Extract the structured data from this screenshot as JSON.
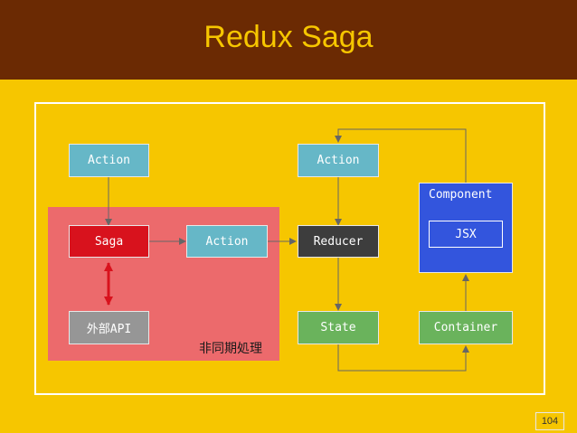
{
  "slide": {
    "title": "Redux Saga",
    "page_number": "104"
  },
  "colors": {
    "background": "#f6c600",
    "header": "#6b2a03",
    "title": "#f6c600",
    "async_region": "#ec6a6c",
    "action_node": "#66b7c7",
    "saga_node": "#d8121d",
    "reducer_node": "#3d3d3d",
    "state_node": "#6ab35c",
    "api_node": "#969696",
    "component_box": "#3355dd",
    "connector": "#666666",
    "bidirectional_arrow": "#d8121d"
  },
  "diagram": {
    "async_region_label": "非同期処理",
    "nodes": {
      "action_top_left": "Action",
      "action_top_center": "Action",
      "component": "Component",
      "jsx": "JSX",
      "saga": "Saga",
      "action_mid": "Action",
      "reducer": "Reducer",
      "external_api": "外部API",
      "state": "State",
      "container": "Container"
    }
  }
}
